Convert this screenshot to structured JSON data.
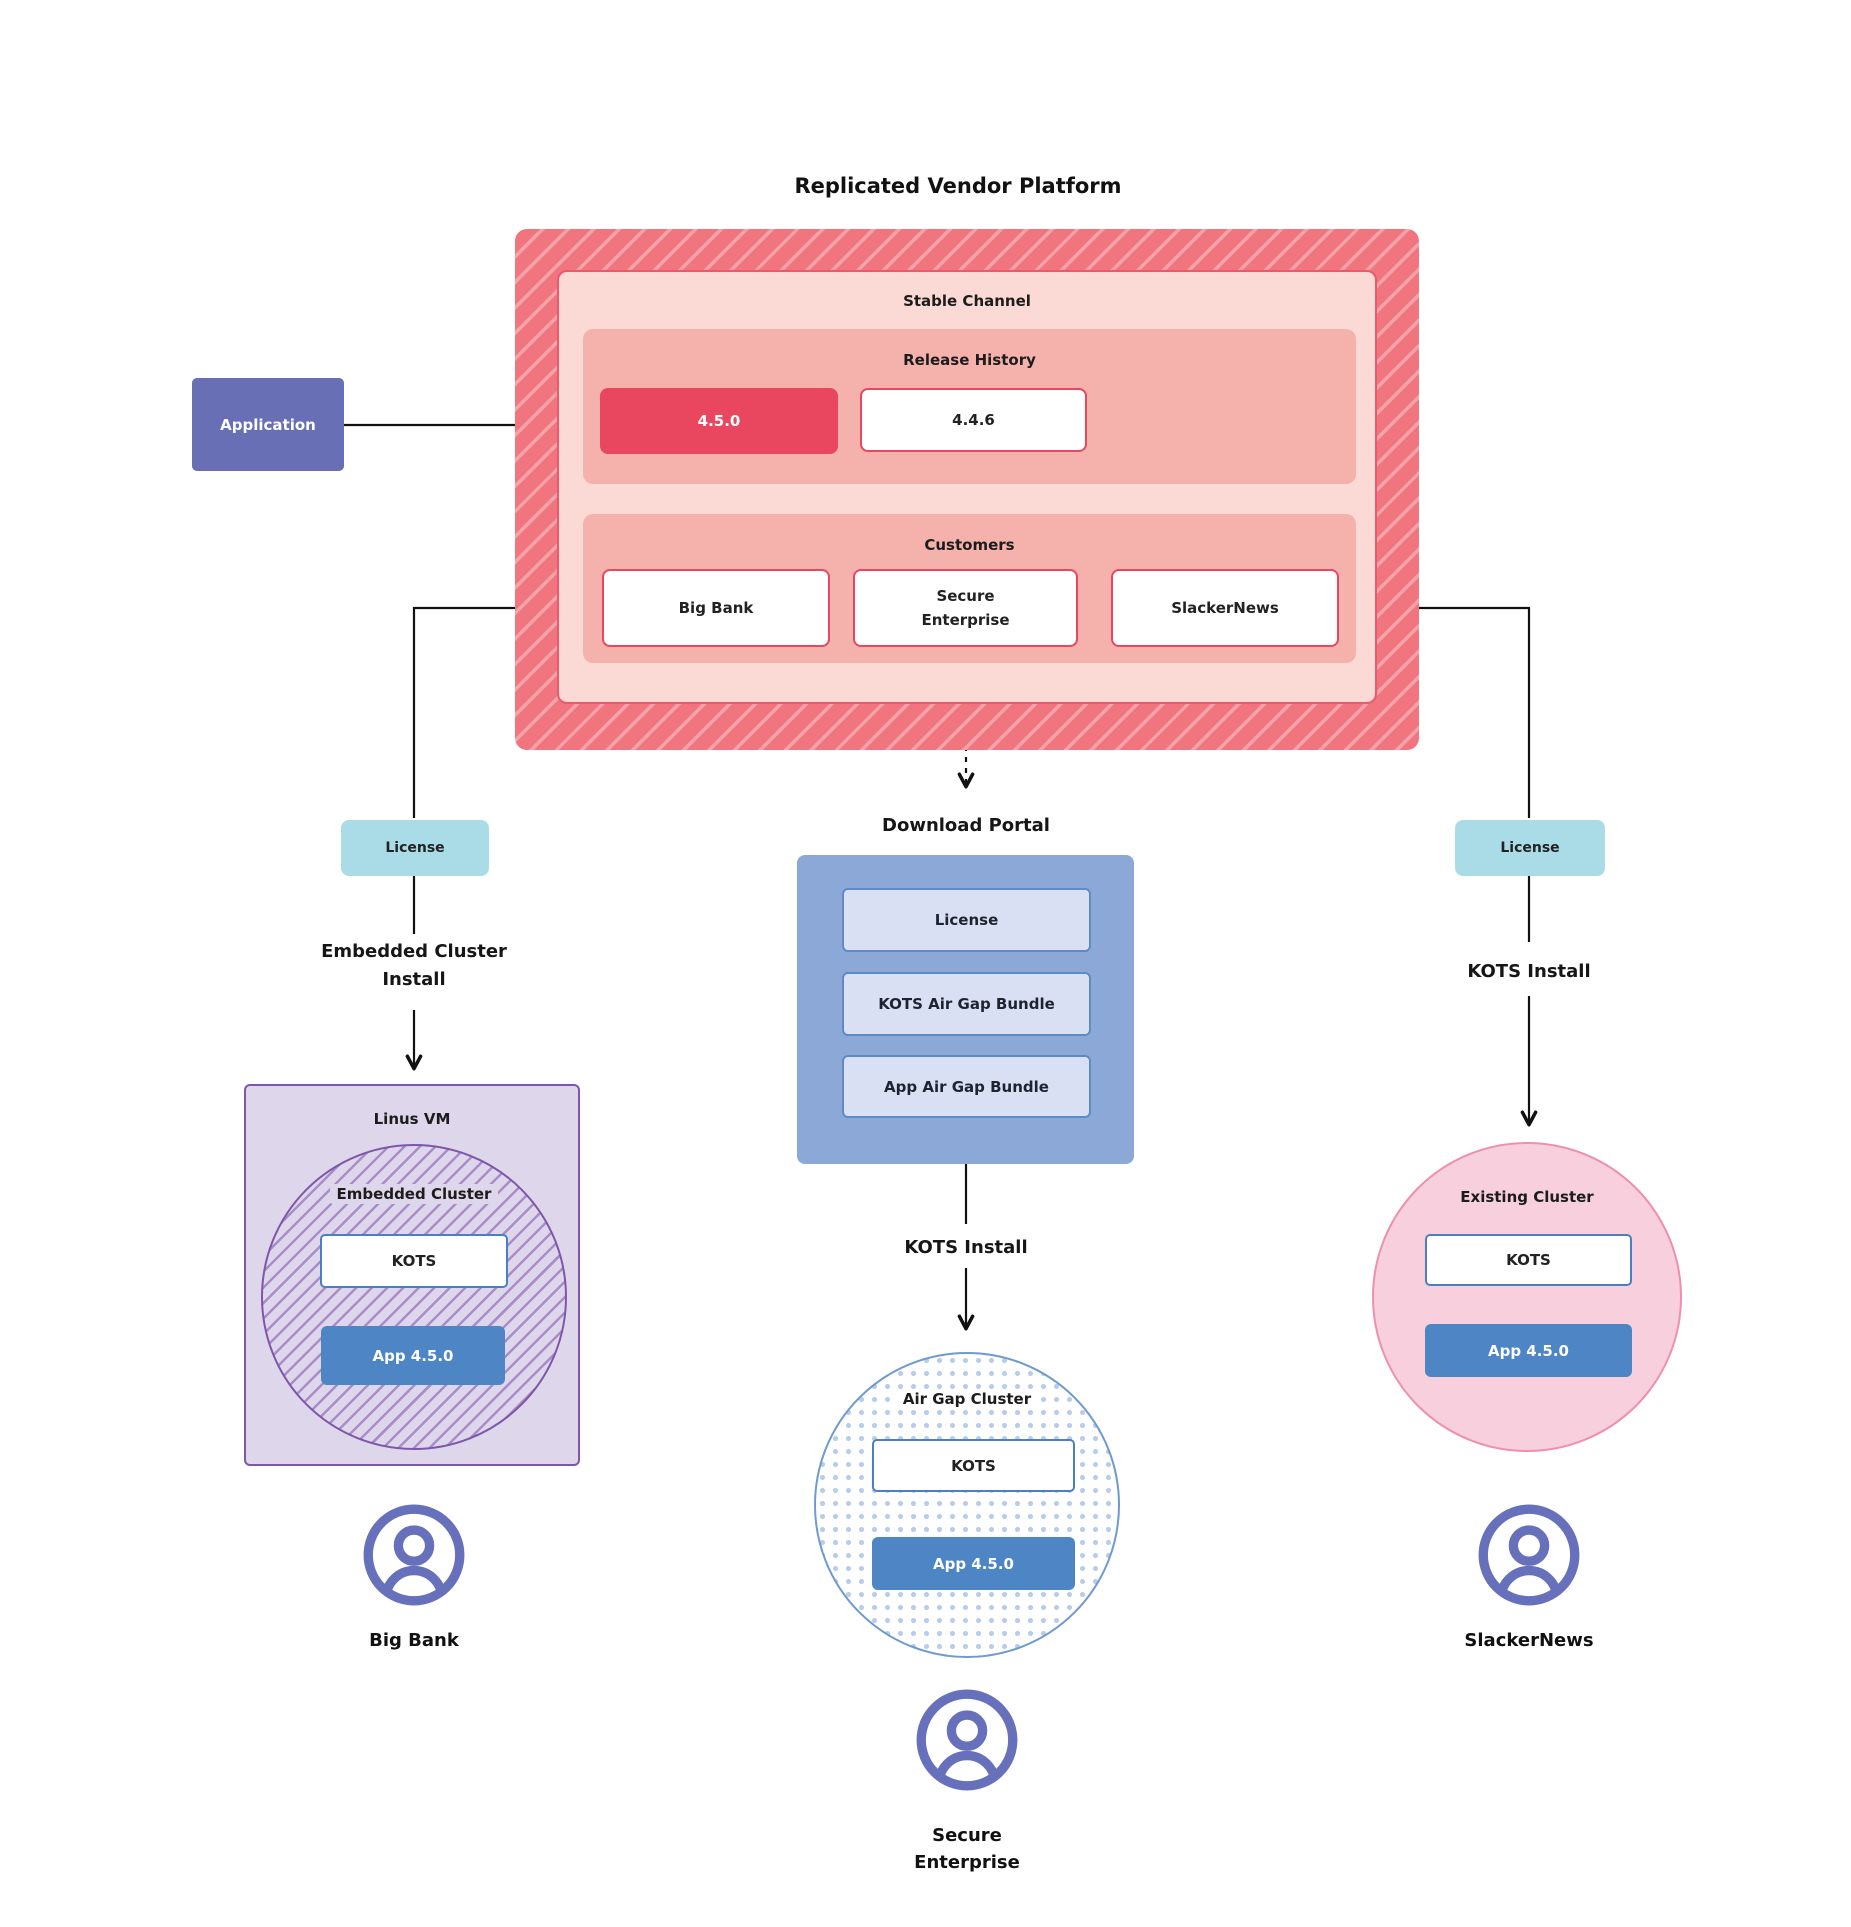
{
  "title": "Replicated Vendor Platform",
  "colors": {
    "accent-red": "#e8475f",
    "hatch-base": "#f1757e",
    "hatch-stripe": "#f5a2a8",
    "pink-light": "#fbdad5",
    "pink-mid": "#f5b2ac",
    "indigo": "#686fb4",
    "teal": "#a9dce7",
    "portal-blue": "#8ba8d6",
    "portal-item": "#d9e0f4",
    "portal-item-border": "#5c8bc7",
    "app-blue": "#4e85c5",
    "kots-border": "#4a80c2",
    "purple-fill": "#ded7eb",
    "purple-border": "#7e57a8",
    "purple-stripe": "#a98dc9",
    "pink-circle-fill": "#f8d0dd",
    "pink-circle-border": "#ee8fae",
    "airgap-border": "#6f9ad0",
    "airgap-dot": "#b9cdea",
    "user-icon": "#6770ba"
  },
  "application": {
    "label": "Application"
  },
  "platform": {
    "stable_channel_label": "Stable Channel",
    "release_history_label": "Release History",
    "releases": {
      "current": "4.5.0",
      "previous": "4.4.6"
    },
    "customers_label": "Customers",
    "customers": {
      "big_bank": "Big Bank",
      "secure_enterprise": "Secure Enterprise",
      "slackernews": "SlackerNews"
    }
  },
  "left_flow": {
    "license": "License",
    "install": "Embedded Cluster Install",
    "vm": "Linus VM",
    "cluster": "Embedded Cluster",
    "kots": "KOTS",
    "app": "App 4.5.0",
    "customer": "Big Bank"
  },
  "middle_flow": {
    "portal_title": "Download Portal",
    "portal_items": {
      "license": "License",
      "kots_bundle": "KOTS Air Gap Bundle",
      "app_bundle": "App Air Gap Bundle"
    },
    "install": "KOTS Install",
    "cluster": "Air Gap Cluster",
    "kots": "KOTS",
    "app": "App 4.5.0",
    "customer": "Secure Enterprise"
  },
  "right_flow": {
    "license": "License",
    "install": "KOTS Install",
    "cluster": "Existing Cluster",
    "kots": "KOTS",
    "app": "App 4.5.0",
    "customer": "SlackerNews"
  }
}
